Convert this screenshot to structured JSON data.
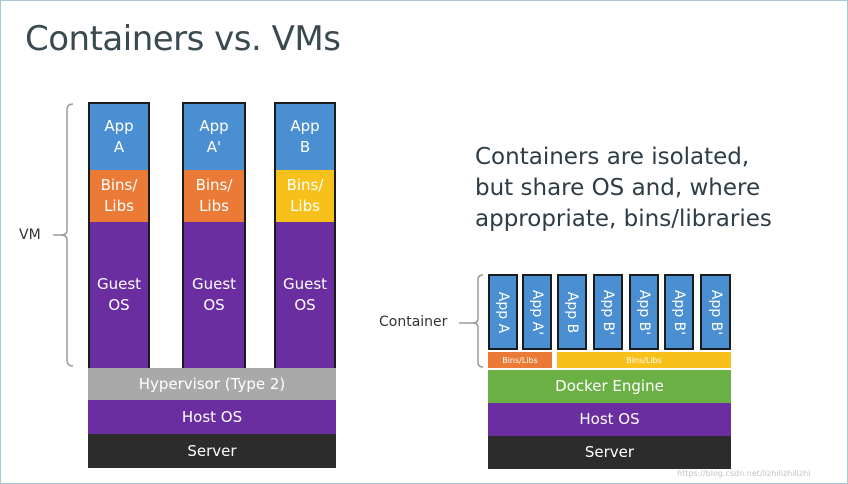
{
  "title": "Containers vs. VMs",
  "vm_diagram": {
    "vm_label": "VM",
    "stacks": [
      {
        "app": "App\nA",
        "bins": "Bins/\nLibs",
        "guest": "Guest\nOS"
      },
      {
        "app": "App\nA'",
        "bins": "Bins/\nLibs",
        "guest": "Guest\nOS"
      },
      {
        "app": "App\nB",
        "bins": "Bins/\nLibs",
        "guest": "Guest\nOS"
      }
    ],
    "hypervisor": "Hypervisor (Type 2)",
    "host_os": "Host OS",
    "server": "Server"
  },
  "container_diagram": {
    "note": "Containers are isolated,\nbut share OS and, where\nappropriate, bins/libraries",
    "container_label": "Container",
    "apps": [
      "App A",
      "App A'",
      "App B",
      "App B'",
      "App B'",
      "App B'",
      "App B'"
    ],
    "bins": [
      "Bins/Libs",
      "Bins/Libs"
    ],
    "docker_engine": "Docker Engine",
    "host_os": "Host OS",
    "server": "Server"
  },
  "watermark": "https://blog.csdn.net/lizhilizhilizhi",
  "colors": {
    "app": "#4a8fd1",
    "bins_orange": "#ea7a35",
    "bins_yellow": "#f8c01a",
    "guest_os": "#6a2ea0",
    "hypervisor": "#a9a9a9",
    "host_os": "#6a2ea0",
    "server": "#2c2c2c",
    "docker_engine": "#6ab044"
  }
}
